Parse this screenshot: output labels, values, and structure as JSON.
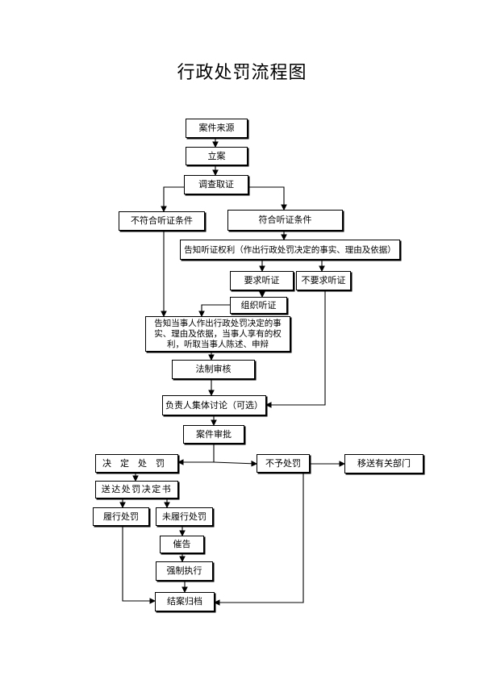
{
  "title": "行政处罚流程图",
  "nodes": {
    "case_source": "案件来源",
    "register": "立案",
    "investigate": "调查取证",
    "not_qualify": "不符合听证条件",
    "qualify": "符合听证条件",
    "notify_hearing": "告知听证权利（作出行政处罚决定的事实、理由及依据）",
    "request_hearing": "要求听证",
    "no_hearing": "不要求听证",
    "organize_hearing": "组织听证",
    "notify_party": "告知当事人作出行政处罚决定的事实、理由及依据，当事人享有的权利，听取当事人陈述、申辩",
    "legal_review": "法制审核",
    "group_discussion": "负责人集体讨论（可选）",
    "approval": "案件审批",
    "decide_penalty": "决　定　处　罚",
    "no_penalty": "不予处罚",
    "transfer": "移送有关部门",
    "deliver": "送达处罚决定书",
    "fulfill": "履行处罚",
    "not_fulfill": "未履行处罚",
    "urge": "催告",
    "enforce": "强制执行",
    "close": "结案归档"
  }
}
